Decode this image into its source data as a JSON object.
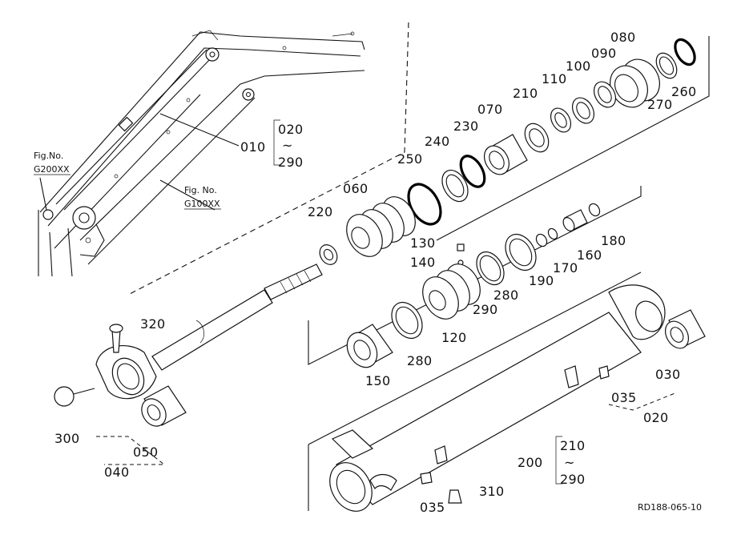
{
  "diagram": {
    "code": "RD188-065-10",
    "fig_refs": [
      {
        "id": "fig-g200",
        "line1": "Fig.No.",
        "line2": "G200XX"
      },
      {
        "id": "fig-g100",
        "line1": "Fig. No.",
        "line2": "G100XX"
      }
    ],
    "group_labels": {
      "g010": {
        "main": "010",
        "from": "020",
        "tilde": "~",
        "to": "290"
      },
      "g200": {
        "main": "200",
        "from": "210",
        "tilde": "~",
        "to": "290"
      }
    },
    "parts": [
      {
        "id": "p080",
        "label": "080"
      },
      {
        "id": "p090",
        "label": "090"
      },
      {
        "id": "p100",
        "label": "100"
      },
      {
        "id": "p110",
        "label": "110"
      },
      {
        "id": "p210",
        "label": "210"
      },
      {
        "id": "p070",
        "label": "070"
      },
      {
        "id": "p230",
        "label": "230"
      },
      {
        "id": "p240",
        "label": "240"
      },
      {
        "id": "p250",
        "label": "250"
      },
      {
        "id": "p270",
        "label": "270"
      },
      {
        "id": "p260",
        "label": "260"
      },
      {
        "id": "p060",
        "label": "060"
      },
      {
        "id": "p220",
        "label": "220"
      },
      {
        "id": "p130",
        "label": "130"
      },
      {
        "id": "p140",
        "label": "140"
      },
      {
        "id": "p180",
        "label": "180"
      },
      {
        "id": "p160",
        "label": "160"
      },
      {
        "id": "p170",
        "label": "170"
      },
      {
        "id": "p190",
        "label": "190"
      },
      {
        "id": "p280a",
        "label": "280"
      },
      {
        "id": "p290",
        "label": "290"
      },
      {
        "id": "p120",
        "label": "120"
      },
      {
        "id": "p280b",
        "label": "280"
      },
      {
        "id": "p150",
        "label": "150"
      },
      {
        "id": "p320",
        "label": "320"
      },
      {
        "id": "p300",
        "label": "300"
      },
      {
        "id": "p050",
        "label": "050"
      },
      {
        "id": "p040",
        "label": "040"
      },
      {
        "id": "p030",
        "label": "030"
      },
      {
        "id": "p035a",
        "label": "035"
      },
      {
        "id": "p020",
        "label": "020"
      },
      {
        "id": "p035b",
        "label": "035"
      },
      {
        "id": "p310",
        "label": "310"
      }
    ]
  }
}
